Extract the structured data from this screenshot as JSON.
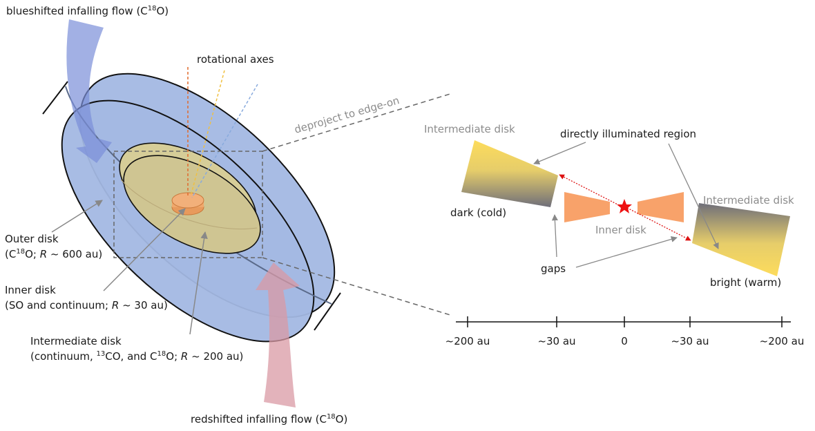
{
  "flows": {
    "blueshifted": {
      "text": "blueshifted infalling flow (C",
      "sup": "18",
      "tail": "O)"
    },
    "redshifted": {
      "text": "redshifted infalling flow (C",
      "sup": "18",
      "tail": "O)"
    }
  },
  "rotational_axes": "rotational axes",
  "deproject": "deproject to edge-on",
  "outer_disk": {
    "title": "Outer disk",
    "l2_a": "(C",
    "l2_sup": "18",
    "l2_b": "O; ",
    "l2_R": "R",
    "l2_c": " ~ 600 au)"
  },
  "inner_disk": {
    "title": "Inner disk",
    "l2_a": "(SO and continuum; ",
    "l2_R": "R",
    "l2_c": " ~ 30 au)"
  },
  "intermediate_disk": {
    "title": "Intermediate disk",
    "l2_a": "(continuum, ",
    "l2_sup1": "13",
    "l2_b": "CO, and C",
    "l2_sup2": "18",
    "l2_c": "O; ",
    "l2_R": "R",
    "l2_d": " ~ 200 au)"
  },
  "edge_on": {
    "intermediate_left": "Intermediate disk",
    "intermediate_right": "Intermediate disk",
    "illuminated": "directly illuminated region",
    "dark": "dark (cold)",
    "bright": "bright (warm)",
    "inner": "Inner disk",
    "gaps": "gaps"
  },
  "scale": {
    "ticks": [
      "~200 au",
      "~30 au",
      "0",
      "~30 au",
      "~200 au"
    ]
  },
  "colors": {
    "outer_disk": "#a3b8e3",
    "intermediate_disk": "#d6cd98",
    "inner_disk": "#f0a86c",
    "blue_arrow": "#7b8fd8",
    "red_arrow": "#d99aa4",
    "star": "#ee1111",
    "axis_red": "#e06a2c",
    "axis_yellow": "#f0c040",
    "axis_blue": "#88aadd"
  }
}
